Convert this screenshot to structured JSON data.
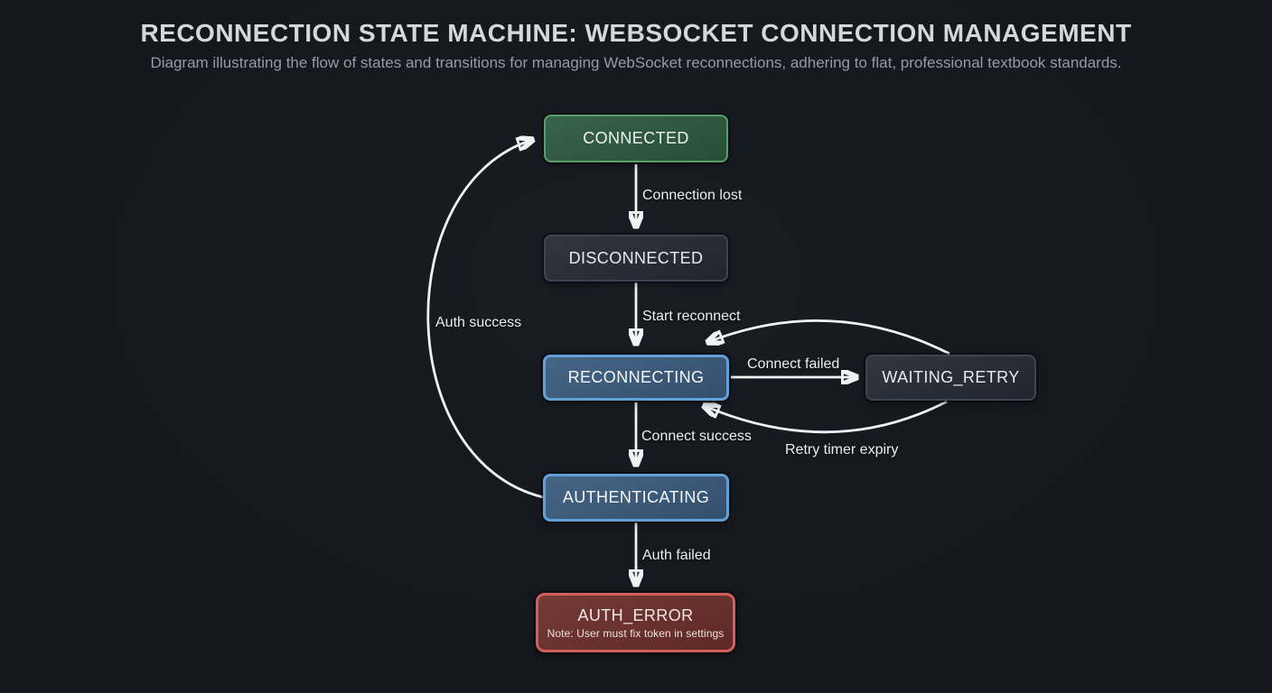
{
  "header": {
    "title": "RECONNECTION STATE MACHINE: WEBSOCKET CONNECTION MANAGEMENT",
    "subtitle": "Diagram illustrating the flow of states and transitions for managing WebSocket reconnections, adhering to flat, professional textbook standards."
  },
  "diagram": {
    "type": "state-machine",
    "colors": {
      "background": "#14171d",
      "edge_stroke": "#f1f2f4",
      "state_green_fill": "#2e5a40",
      "state_green_border": "#57a06d",
      "state_slate_fill": "#262b34",
      "state_slate_border": "#3e4552",
      "state_blue_fill": "#3b5c7e",
      "state_blue_border": "#64a0d8",
      "state_red_fill": "#6d2f2c",
      "state_red_border": "#d0605a"
    },
    "nodes": [
      {
        "id": "connected",
        "label": "CONNECTED",
        "style": "green"
      },
      {
        "id": "disconnected",
        "label": "DISCONNECTED",
        "style": "slate"
      },
      {
        "id": "reconnecting",
        "label": "RECONNECTING",
        "style": "blue"
      },
      {
        "id": "waiting_retry",
        "label": "WAITING_RETRY",
        "style": "slate"
      },
      {
        "id": "authenticating",
        "label": "AUTHENTICATING",
        "style": "blue"
      },
      {
        "id": "auth_error",
        "label": "AUTH_ERROR",
        "style": "red",
        "note": "Note: User must fix token in settings"
      }
    ],
    "edges": [
      {
        "from": "connected",
        "to": "disconnected",
        "label": "Connection lost"
      },
      {
        "from": "disconnected",
        "to": "reconnecting",
        "label": "Start reconnect"
      },
      {
        "from": "reconnecting",
        "to": "waiting_retry",
        "label": "Connect failed"
      },
      {
        "from": "waiting_retry",
        "to": "reconnecting",
        "label": "Retry timer expiry"
      },
      {
        "from": "reconnecting",
        "to": "authenticating",
        "label": "Connect success"
      },
      {
        "from": "authenticating",
        "to": "auth_error",
        "label": "Auth failed"
      },
      {
        "from": "authenticating",
        "to": "connected",
        "label": "Auth success"
      }
    ]
  }
}
